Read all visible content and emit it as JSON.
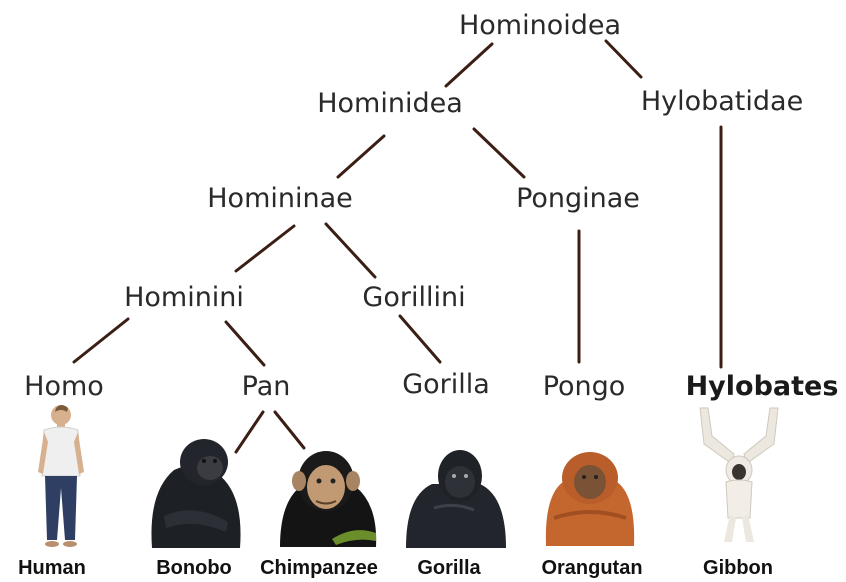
{
  "tree": {
    "root": "Hominoidea",
    "hominidea": "Hominidea",
    "hylobatidae": "Hylobatidae",
    "homininae": "Homininae",
    "ponginae": "Ponginae",
    "hominini": "Hominini",
    "gorillini": "Gorillini",
    "homo": "Homo",
    "pan": "Pan",
    "gorilla": "Gorilla",
    "pongo": "Pongo",
    "hylobates": "Hylobates"
  },
  "captions": {
    "human": "Human",
    "bonobo": "Bonobo",
    "chimpanzee": "Chimpanzee",
    "gorilla": "Gorilla",
    "orangutan": "Orangutan",
    "gibbon": "Gibbon"
  },
  "colors": {
    "line": "#3b1e14",
    "text": "#2a2a2a"
  }
}
